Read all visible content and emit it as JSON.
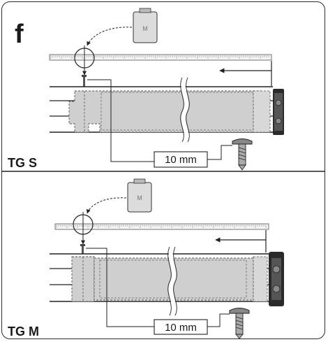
{
  "figure_letter": "f",
  "panels": [
    {
      "label": "TG S",
      "dimension": "10 mm",
      "motor_label": "M"
    },
    {
      "label": "TG M",
      "dimension": "10 mm",
      "motor_label": "M"
    }
  ],
  "colors": {
    "line": "#222222",
    "fill_gray": "#cfcfcf",
    "motor_fill": "#dcdcdc",
    "bracket": "#2a2a2a"
  },
  "icons": [
    "motor-unit-icon",
    "screw-icon",
    "end-bracket-icon",
    "measuring-tape-icon",
    "direction-arrow-icon"
  ]
}
